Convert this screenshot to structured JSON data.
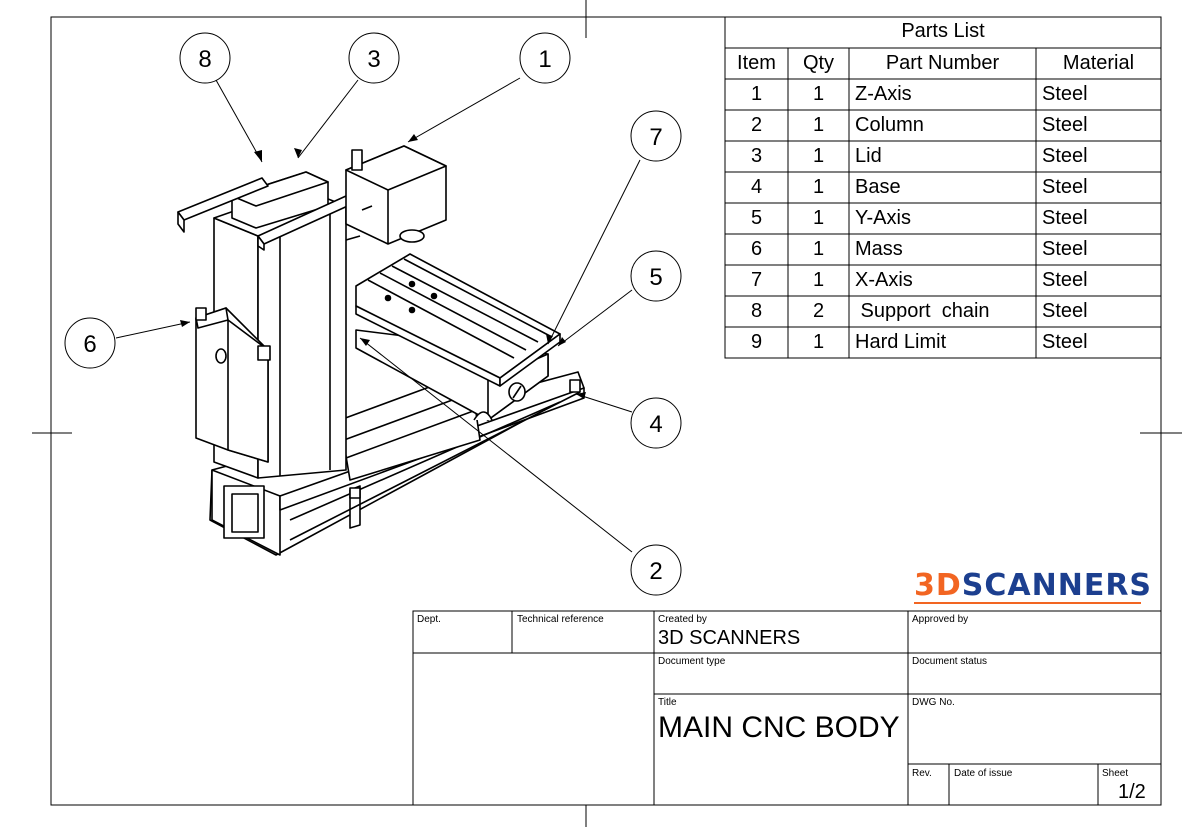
{
  "parts_list": {
    "title": "Parts List",
    "headers": {
      "item": "Item",
      "qty": "Qty",
      "part_number": "Part Number",
      "material": "Material"
    },
    "rows": [
      {
        "item": "1",
        "qty": "1",
        "part_number": "Z-Axis",
        "material": "Steel"
      },
      {
        "item": "2",
        "qty": "1",
        "part_number": "Column",
        "material": "Steel"
      },
      {
        "item": "3",
        "qty": "1",
        "part_number": "Lid",
        "material": "Steel"
      },
      {
        "item": "4",
        "qty": "1",
        "part_number": "Base",
        "material": "Steel"
      },
      {
        "item": "5",
        "qty": "1",
        "part_number": "Y-Axis",
        "material": "Steel"
      },
      {
        "item": "6",
        "qty": "1",
        "part_number": "Mass",
        "material": "Steel"
      },
      {
        "item": "7",
        "qty": "1",
        "part_number": "X-Axis",
        "material": "Steel"
      },
      {
        "item": "8",
        "qty": "2",
        "part_number": " Support  chain",
        "material": "Steel"
      },
      {
        "item": "9",
        "qty": "1",
        "part_number": "Hard Limit",
        "material": "Steel"
      }
    ]
  },
  "balloons": [
    "8",
    "3",
    "1",
    "7",
    "5",
    "6",
    "4",
    "2"
  ],
  "logo": {
    "prefix": "3D",
    "suffix": "SCANNERS",
    "prefix_color": "#f26522",
    "suffix_color": "#1c3f8f"
  },
  "title_block": {
    "dept_label": "Dept.",
    "tech_ref_label": "Technical reference",
    "created_by_label": "Created by",
    "created_by_value": "3D SCANNERS",
    "approved_by_label": "Approved by",
    "doc_type_label": "Document type",
    "doc_status_label": "Document status",
    "title_label": "Title",
    "title_value": "MAIN CNC BODY",
    "dwg_no_label": "DWG No.",
    "rev_label": "Rev.",
    "date_label": "Date of issue",
    "sheet_label": "Sheet",
    "sheet_value": "1/2"
  }
}
